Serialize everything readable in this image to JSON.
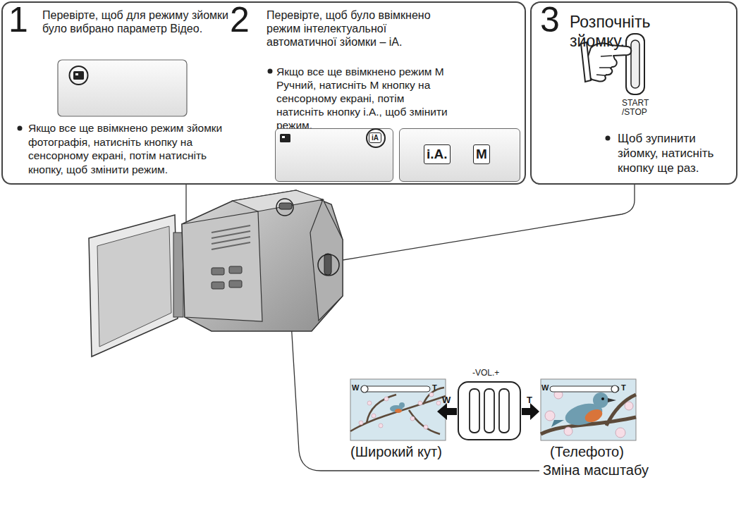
{
  "diagram": {
    "nodes": [
      {
        "text": [
          "1",
          "Перевірте, щоб для режиму зйомки було вибрано параметр Відео.",
          "Якщо все ще ввімкнено режим зйомки фотографія, натисніть кнопку на сенсорному екрані, потім натисніть кнопку, щоб змінити режим.",
          "2",
          "Перевірте, щоб було ввімкнено режим інтелектуальної автоматичної зйомки – iA.",
          "Якщо все ще ввімкнено режим M Ручний, натисніть M кнопку на сенсорному екрані, потім натисніть кнопку i.A., щоб змінити режим."
        ]
      },
      {
        "text": [
          "iA"
        ],
        "in": 0
      },
      {
        "text": [
          "i.A.",
          "M"
        ],
        "in": 0
      },
      {
        "text": [
          "3",
          "Розпочніть зйомку.",
          "START /STOP",
          "Щоб зупинити зйомку, натисніть кнопку ще раз."
        ]
      }
    ],
    "labels": [
      "W",
      "T",
      "-VOL.+",
      "W",
      "T",
      "W",
      "T",
      "(Широкий кут)",
      "(Телефото)",
      "Зміна масштабу"
    ]
  }
}
